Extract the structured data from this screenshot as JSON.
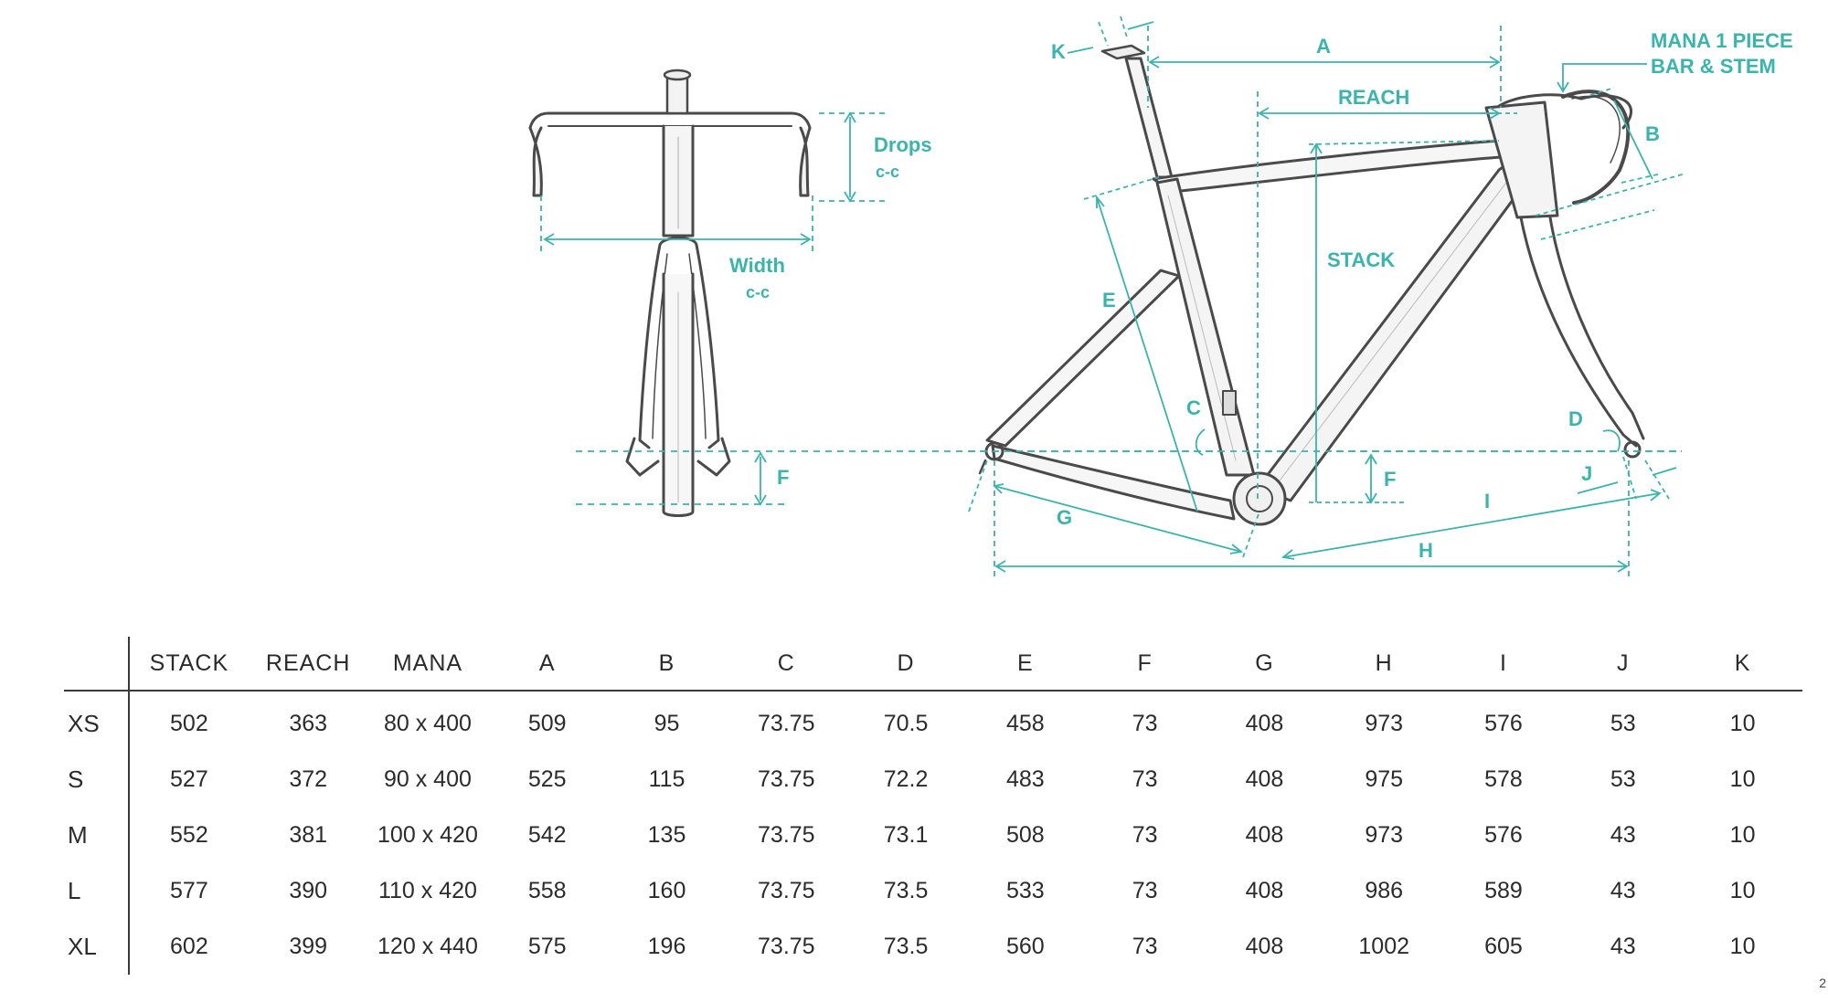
{
  "diagram": {
    "front_labels": {
      "drops": "Drops",
      "drops_sub": "c-c",
      "width": "Width",
      "width_sub": "c-c",
      "f": "F"
    },
    "side_labels": {
      "k": "K",
      "a": "A",
      "reach": "REACH",
      "stack": "STACK",
      "b": "B",
      "e": "E",
      "c": "C",
      "d": "D",
      "j": "J",
      "f": "F",
      "g": "G",
      "h": "H",
      "i": "I"
    },
    "callout_line1": "MANA 1 PIECE",
    "callout_line2": "BAR & STEM",
    "accent_color": "#3ab4ac",
    "frame_color": "#4a4a4a"
  },
  "table": {
    "headers": [
      "STACK",
      "REACH",
      "MANA",
      "A",
      "B",
      "C",
      "D",
      "E",
      "F",
      "G",
      "H",
      "I",
      "J",
      "K"
    ],
    "rows": [
      {
        "size": "XS",
        "values": [
          "502",
          "363",
          "80 x 400",
          "509",
          "95",
          "73.75",
          "70.5",
          "458",
          "73",
          "408",
          "973",
          "576",
          "53",
          "10"
        ]
      },
      {
        "size": "S",
        "values": [
          "527",
          "372",
          "90 x 400",
          "525",
          "115",
          "73.75",
          "72.2",
          "483",
          "73",
          "408",
          "975",
          "578",
          "53",
          "10"
        ]
      },
      {
        "size": "M",
        "values": [
          "552",
          "381",
          "100 x 420",
          "542",
          "135",
          "73.75",
          "73.1",
          "508",
          "73",
          "408",
          "973",
          "576",
          "43",
          "10"
        ]
      },
      {
        "size": "L",
        "values": [
          "577",
          "390",
          "110 x 420",
          "558",
          "160",
          "73.75",
          "73.5",
          "533",
          "73",
          "408",
          "986",
          "589",
          "43",
          "10"
        ]
      },
      {
        "size": "XL",
        "values": [
          "602",
          "399",
          "120 x 440",
          "575",
          "196",
          "73.75",
          "73.5",
          "560",
          "73",
          "408",
          "1002",
          "605",
          "43",
          "10"
        ]
      }
    ]
  },
  "page_number": "2"
}
